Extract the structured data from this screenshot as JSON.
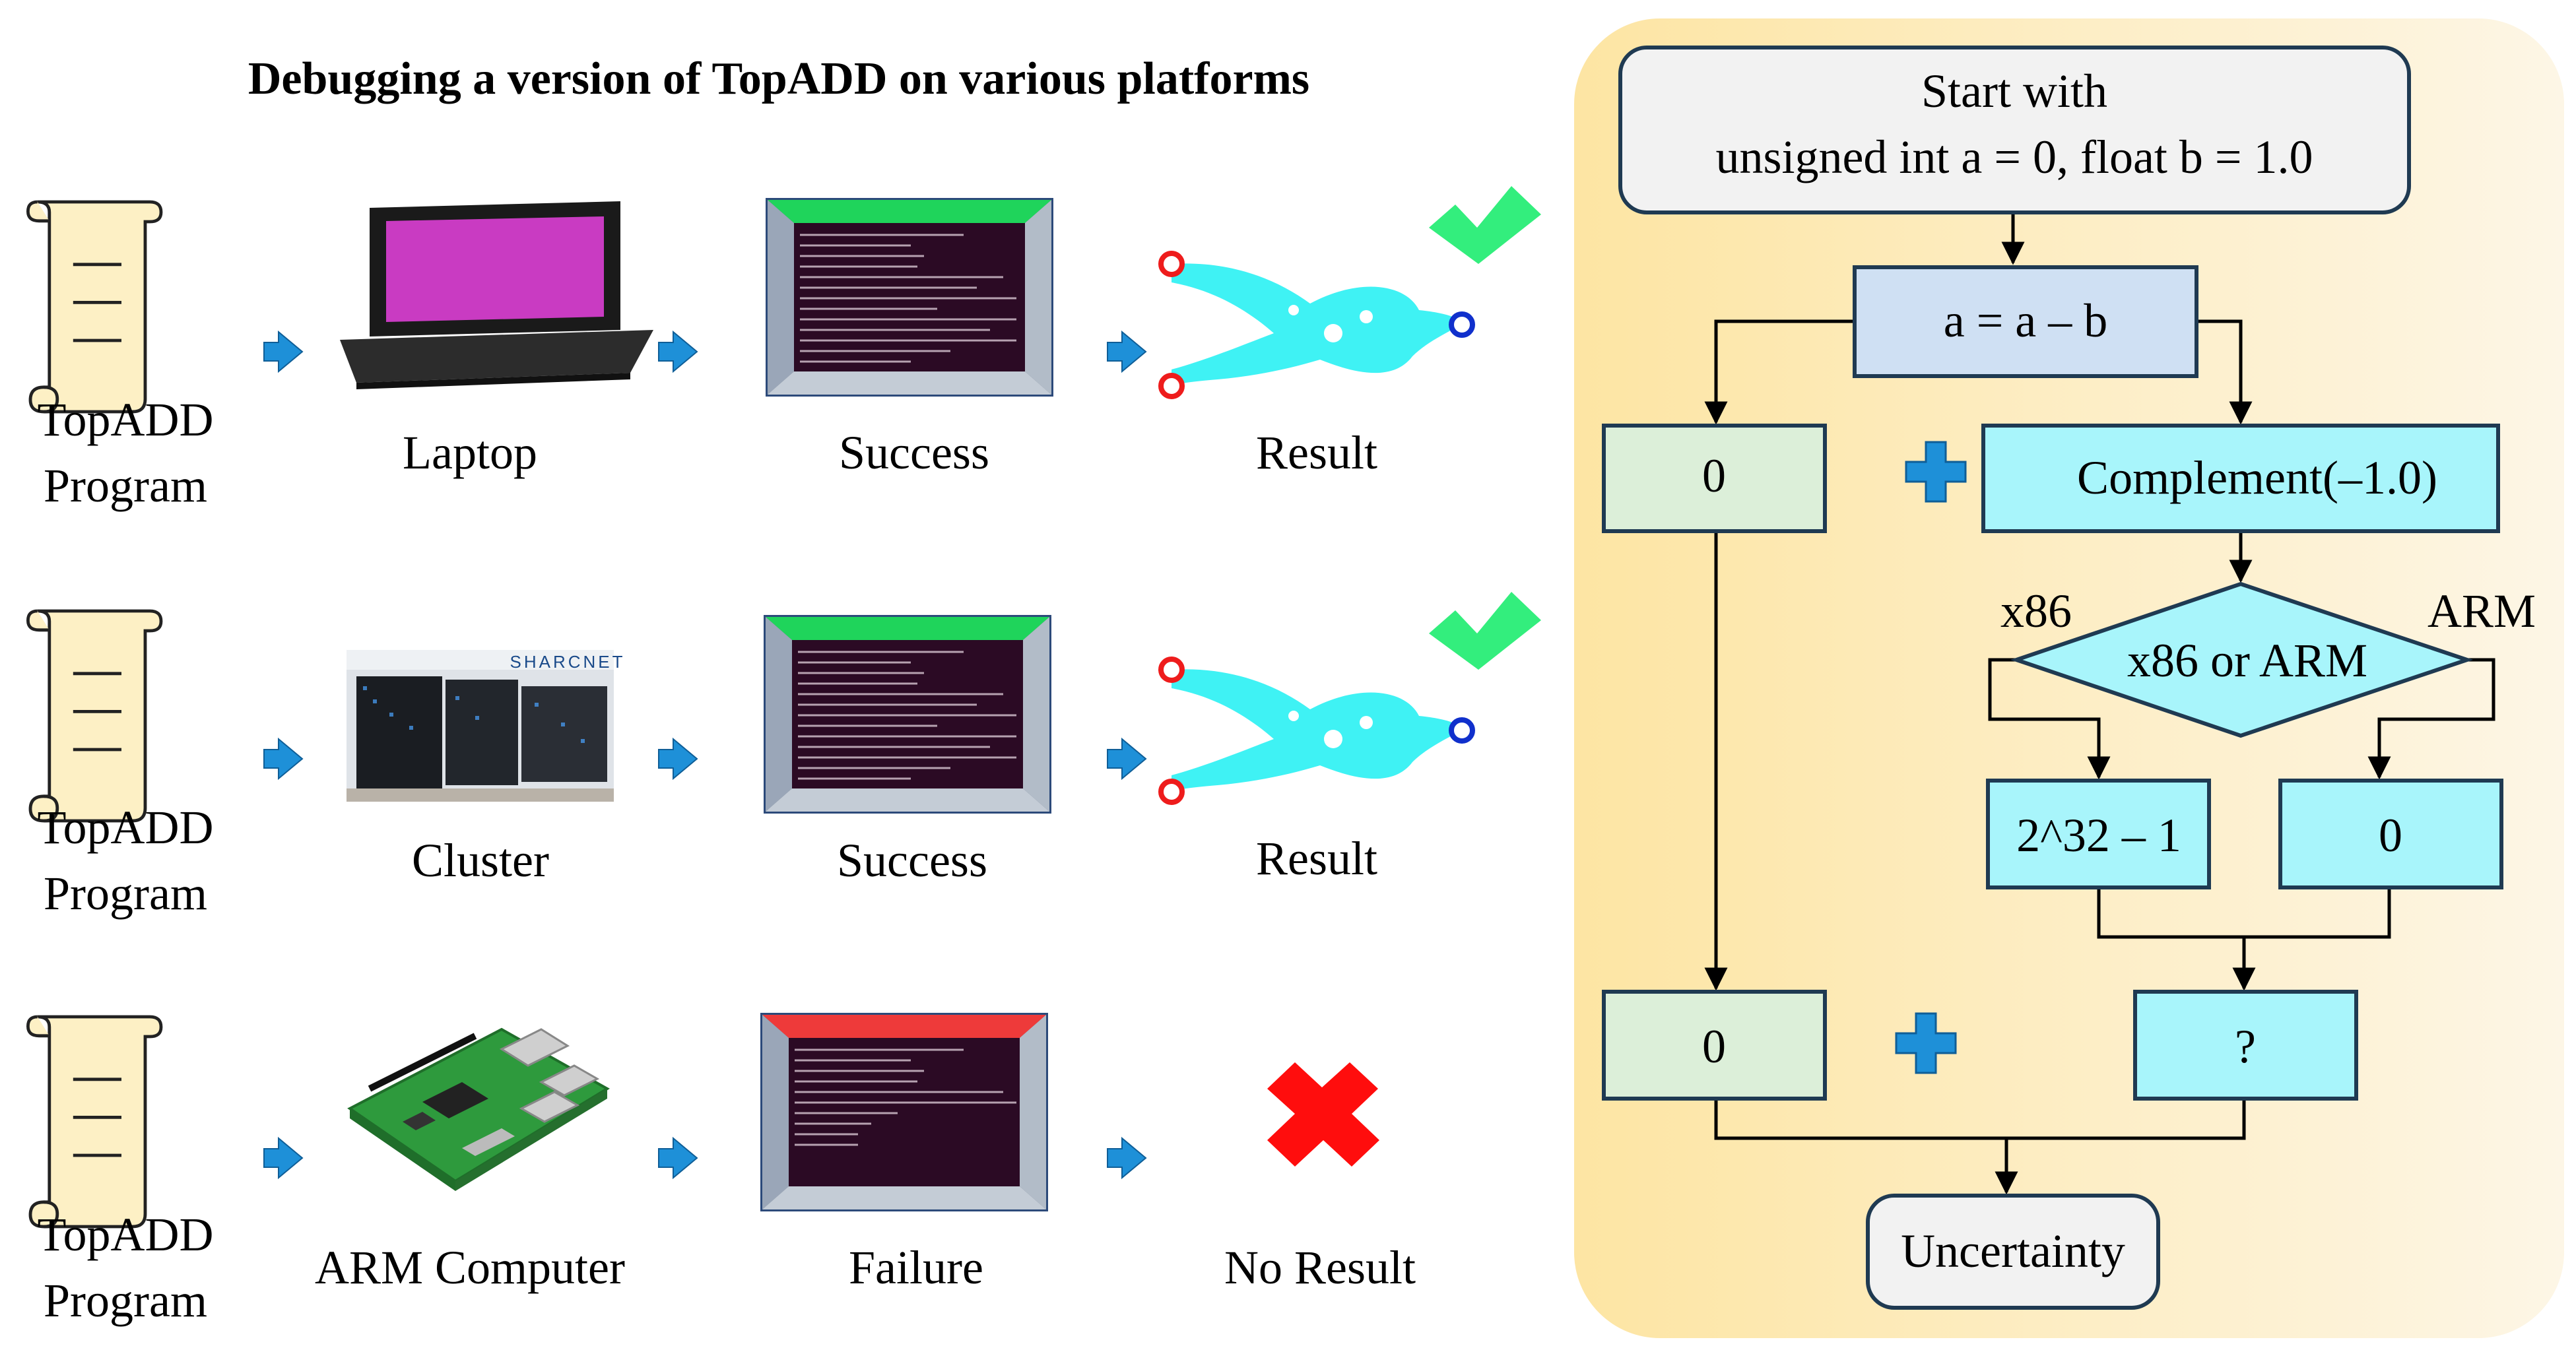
{
  "title": "Debugging a version of TopADD on various platforms",
  "rows": [
    {
      "program_label_line1": "TopADD",
      "program_label_line2": "Program",
      "platform_label": "Laptop",
      "platform_icon": "laptop-icon",
      "status_label": "Success",
      "status_color": "#1fd45b",
      "result_label": "Result",
      "outcome_icon": "checkmark-icon",
      "outcome_color": "#33ee7d"
    },
    {
      "program_label_line1": "TopADD",
      "program_label_line2": "Program",
      "platform_label": "Cluster",
      "platform_icon": "server-cluster-icon",
      "platform_logo_text": "SHARCNET",
      "status_label": "Success",
      "status_color": "#1fd45b",
      "result_label": "Result",
      "outcome_icon": "checkmark-icon",
      "outcome_color": "#33ee7d"
    },
    {
      "program_label_line1": "TopADD",
      "program_label_line2": "Program",
      "platform_label": "ARM Computer",
      "platform_icon": "raspberry-pi-board-icon",
      "status_label": "Failure",
      "status_color": "#ee3a3a",
      "result_label": "No Result",
      "outcome_icon": "cross-icon",
      "outcome_color": "#ff0d0d"
    }
  ],
  "flowchart": {
    "start_line1": "Start with",
    "start_line2": "unsigned int a = 0, float b = 1.0",
    "operation": "a = a – b",
    "left_top": "0",
    "plus_symbol": "+",
    "complement": "Complement(–1.0)",
    "decision": "x86 or ARM",
    "branch_left": "x86",
    "branch_right": "ARM",
    "x86_value": "2^32 – 1",
    "arm_value": "0",
    "left_bottom": "0",
    "unknown": "?",
    "end": "Uncertainty"
  },
  "colors": {
    "panel_gradient_left": "#fde5a3",
    "panel_gradient_right": "#fdf6e6",
    "cyan_box": "#a8f5fb",
    "green_box": "#dcefd9",
    "blue_box": "#cfe0f3",
    "gray_box": "#f2f2f2",
    "arrow_blue": "#1e90d8",
    "scroll": "#fdf0c5",
    "bracket_cyan": "#3ff2f4"
  }
}
